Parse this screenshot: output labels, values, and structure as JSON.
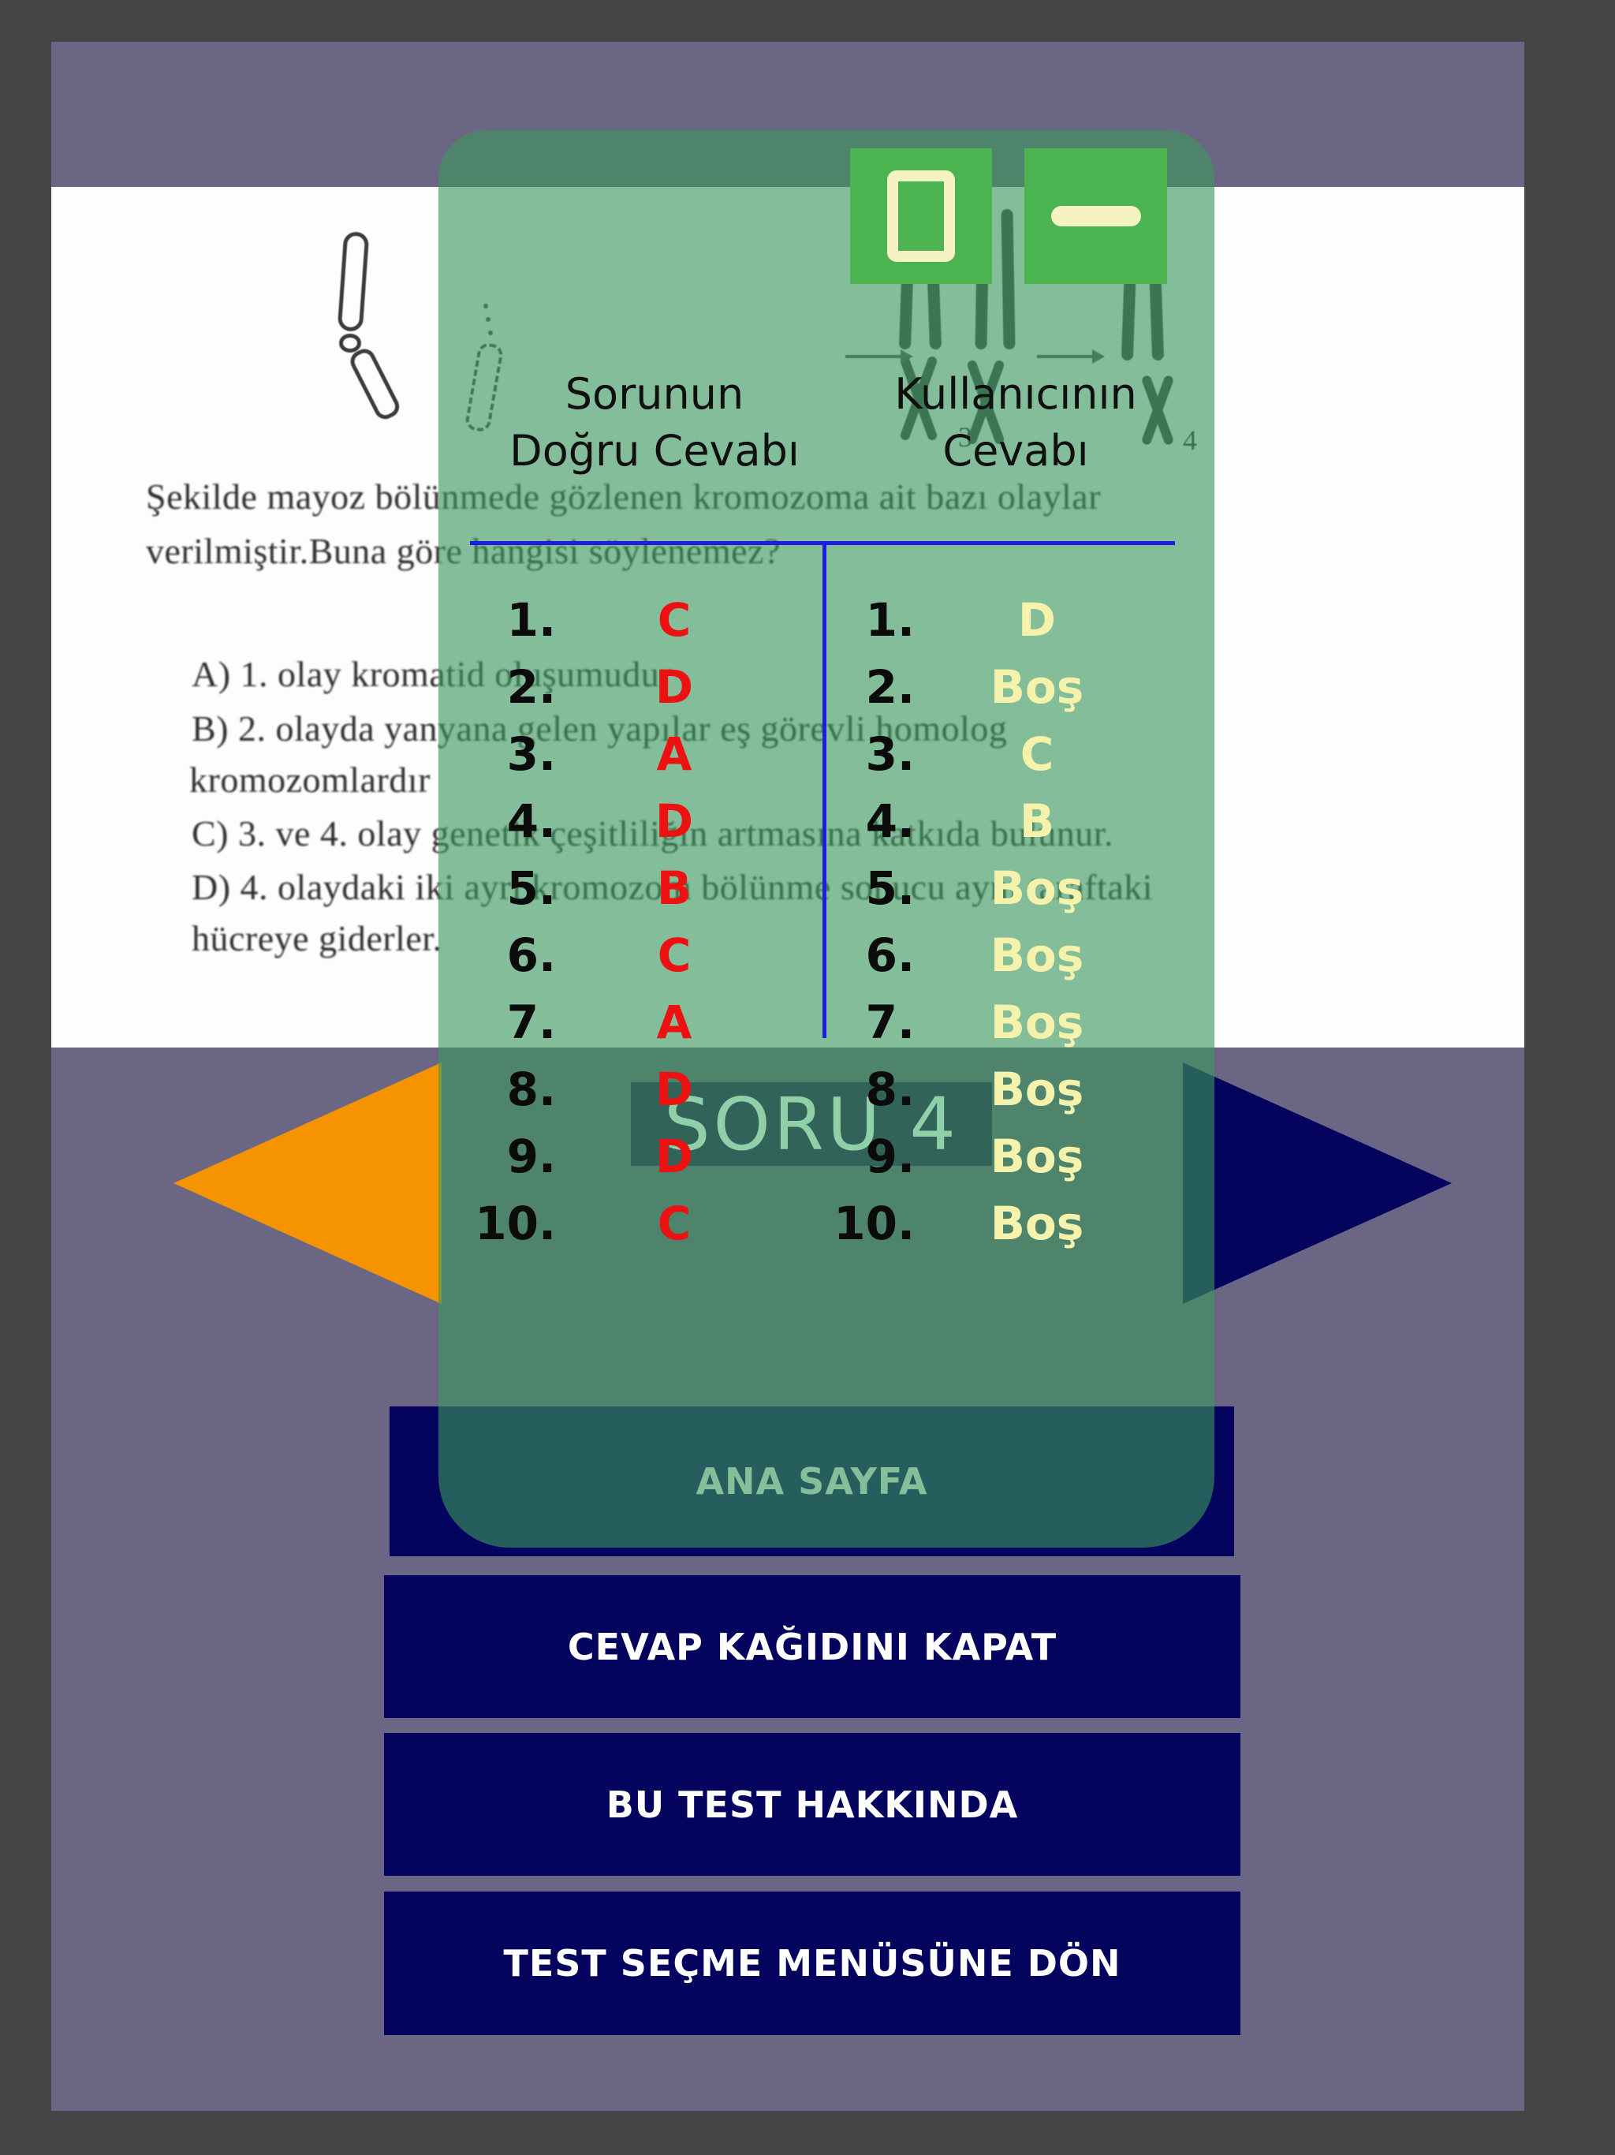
{
  "overlay": {
    "columns": {
      "correct": {
        "line1": "Sorunun",
        "line2": "Doğru Cevabı"
      },
      "user": {
        "line1": "Kullanıcının",
        "line2": "Cevabı"
      }
    },
    "rows": [
      {
        "num": "1.",
        "correct": "C",
        "user": "D"
      },
      {
        "num": "2.",
        "correct": "D",
        "user": "Boş"
      },
      {
        "num": "3.",
        "correct": "A",
        "user": "C"
      },
      {
        "num": "4.",
        "correct": "D",
        "user": "B"
      },
      {
        "num": "5.",
        "correct": "B",
        "user": "Boş"
      },
      {
        "num": "6.",
        "correct": "C",
        "user": "Boş"
      },
      {
        "num": "7.",
        "correct": "A",
        "user": "Boş"
      },
      {
        "num": "8.",
        "correct": "D",
        "user": "Boş"
      },
      {
        "num": "9.",
        "correct": "D",
        "user": "Boş"
      },
      {
        "num": "10.",
        "correct": "C",
        "user": "Boş"
      }
    ],
    "soru_label": "SORU 4"
  },
  "buttons": {
    "ana_sayfa": "ANA SAYFA",
    "cevap_kapat": "CEVAP KAĞIDINI KAPAT",
    "bu_test": "BU TEST HAKKINDA",
    "test_secme": "TEST SEÇME MENÜSÜNE DÖN"
  },
  "background_question": {
    "lines": [
      "Şekilde mayoz bölünmede gözlenen kromozoma ait bazı olaylar",
      "verilmiştir.Buna göre hangisi söylenemez?",
      "A) 1. olay kromatid oluşumudur",
      "B) 2. olayda yanyana gelen yapılar eş görevli homolog",
      "kromozomlardır",
      "C) 3. ve 4. olay genetik çeşitliliğin artmasına katkıda bulunur.",
      "D) 4. olaydaki iki ayrı kromozom bölünme sonucu aynı taraftaki",
      "hücreye giderler."
    ],
    "figure_labels": [
      "3",
      "4"
    ]
  },
  "colors": {
    "accent_green": "#4bb450",
    "overlay_green": "rgba(58,150,92,0.62)",
    "navy": "#04045e",
    "orange": "#f59300",
    "red": "#ee1111",
    "cream_answer": "#f5f2ac",
    "blue_line": "#1d1de0",
    "purple_bg": "#6c6685"
  }
}
